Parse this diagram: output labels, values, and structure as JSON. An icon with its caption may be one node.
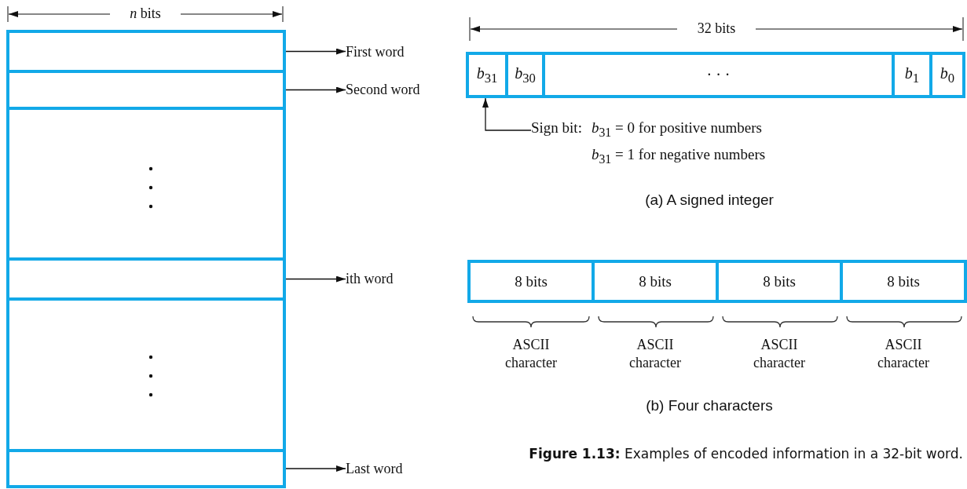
{
  "diagram": {
    "caption": "**Figure 1.13:** Examples of encoded information in a 32-bit word.",
    "nodes": [
      {
        "text": [],
        "shape": "box"
      },
      {
        "text": [
          "First word"
        ]
      },
      {
        "text": [],
        "shape": "box"
      },
      {
        "text": [
          "Second word"
        ]
      },
      {
        "text": [],
        "shape": "box"
      },
      {
        "text": [],
        "shape": "box"
      },
      {
        "text": [
          "ith word"
        ]
      },
      {
        "text": [],
        "shape": "box"
      },
      {
        "text": [],
        "shape": "box"
      },
      {
        "text": [
          "Last word"
        ]
      },
      {
        "text": [
          "*b*$_{31}$"
        ]
      },
      {
        "text": [
          "*b*$_{30}$"
        ]
      },
      {
        "text": [
          "· · ·"
        ]
      },
      {
        "text": [
          "*b*$_{1}$"
        ]
      },
      {
        "text": [
          "*b*$_{0}$"
        ]
      },
      {
        "text": [
          "Sign bit:",
          "*b*$_{31}$ = 0 for positive numbers",
          "*b*$_{31}$ = 1 for negative numbers"
        ]
      },
      {
        "text": [
          "8 bits"
        ]
      },
      {
        "text": [
          "8 bits"
        ]
      },
      {
        "text": [
          "8 bits"
        ]
      },
      {
        "text": [
          "8 bits"
        ]
      }
    ],
    "edges": [
      {
        "from": 0,
        "to": 1,
        "arrow": "to"
      },
      {
        "from": 2,
        "to": 3,
        "arrow": "to"
      },
      {
        "from": 5,
        "to": 6,
        "arrow": "to"
      },
      {
        "from": 8,
        "to": 9,
        "arrow": "to"
      },
      {
        "from": 15,
        "to": 10,
        "arrow": "to"
      }
    ],
    "labels": [
      "*n* bits",
      "32 bits",
      "(a) A signed integer",
      "ASCII character",
      "ASCII character",
      "ASCII character",
      "ASCII character",
      "(b) Four characters"
    ]
  }
}
